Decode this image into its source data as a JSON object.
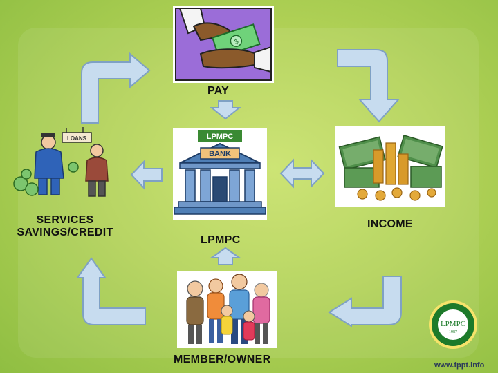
{
  "labels": {
    "pay": "PAY",
    "services_line1": "SERVICES",
    "services_line2": "SAVINGS/CREDIT",
    "lpmpc": "LPMPC",
    "income": "INCOME",
    "member": "MEMBER/OWNER"
  },
  "bank_image": {
    "sign": "LPMPC",
    "roof_text": "BANK"
  },
  "loan_sign": "LOANS",
  "logo": {
    "text": "LPMPC",
    "subtext": "1987"
  },
  "footer": "www.fppt.info",
  "colors": {
    "background": "#b2d257",
    "arrow_fill": "#c7dcef",
    "arrow_stroke": "#7fa1c4",
    "pay_bg": "#9b6dd8",
    "logo_green": "#1d7a2a"
  }
}
